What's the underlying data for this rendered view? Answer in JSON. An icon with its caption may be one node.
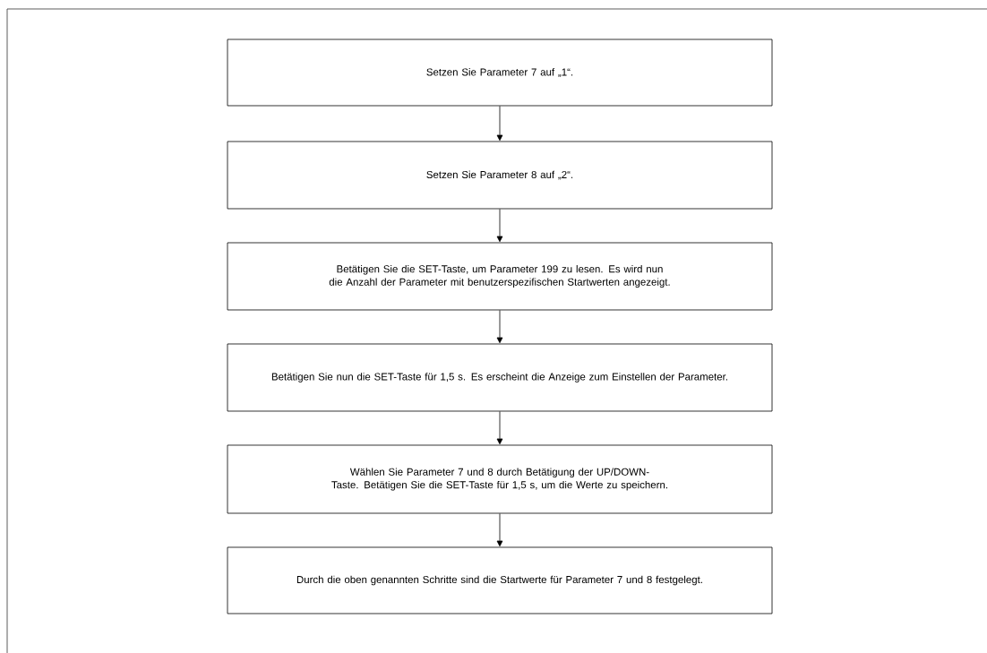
{
  "diagram": {
    "nodes": [
      {
        "text": [
          "Setzen Sie Parameter 7 auf „1“."
        ]
      },
      {
        "text": [
          "Setzen Sie Parameter 8 auf „2“."
        ]
      },
      {
        "text": [
          "Betätigen Sie die SET-Taste, um Parameter 199 zu lesen. Es wird nun die Anzahl der Parameter mit benutzerspezifischen Startwerten angezeigt."
        ]
      },
      {
        "text": [
          "Betätigen Sie nun die SET-Taste für 1,5 s. Es erscheint die Anzeige zum Einstellen der Parameter."
        ]
      },
      {
        "text": [
          "Wählen Sie Parameter 7 und 8 durch Betätigung der UP/DOWN-Taste. Betätigen Sie die SET-Taste für 1,5 s, um die Werte zu speichern."
        ]
      },
      {
        "text": [
          "Durch die oben genannten Schritte sind die Startwerte für Parameter 7 und 8 festgelegt."
        ]
      }
    ],
    "edges": [
      {
        "from": 0,
        "to": 1,
        "arrow": "to"
      },
      {
        "from": 1,
        "to": 2,
        "arrow": "to"
      },
      {
        "from": 2,
        "to": 3,
        "arrow": "to"
      },
      {
        "from": 3,
        "to": 4,
        "arrow": "to"
      },
      {
        "from": 4,
        "to": 5,
        "arrow": "to"
      }
    ]
  }
}
